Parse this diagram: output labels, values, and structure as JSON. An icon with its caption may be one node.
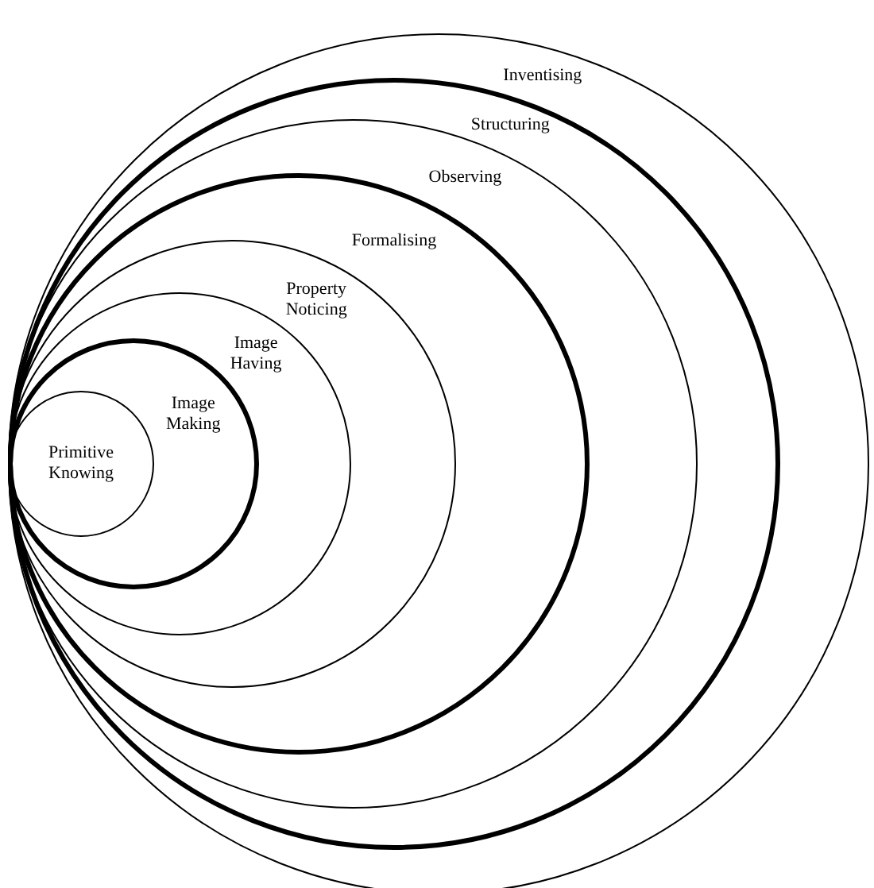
{
  "diagram": {
    "nodes": [
      {
        "text": [
          "Inventising"
        ]
      },
      {
        "text": [
          "Structuring"
        ],
        "in": 0
      },
      {
        "text": [
          "Observing"
        ],
        "in": 1
      },
      {
        "text": [
          "Formalising"
        ],
        "in": 2
      },
      {
        "text": [
          "Property Noticing"
        ],
        "in": 3
      },
      {
        "text": [
          "Image Having"
        ],
        "in": 4
      },
      {
        "text": [
          "Image Making"
        ],
        "in": 5
      },
      {
        "text": [
          "Primitive Knowing"
        ],
        "in": 6
      }
    ]
  }
}
